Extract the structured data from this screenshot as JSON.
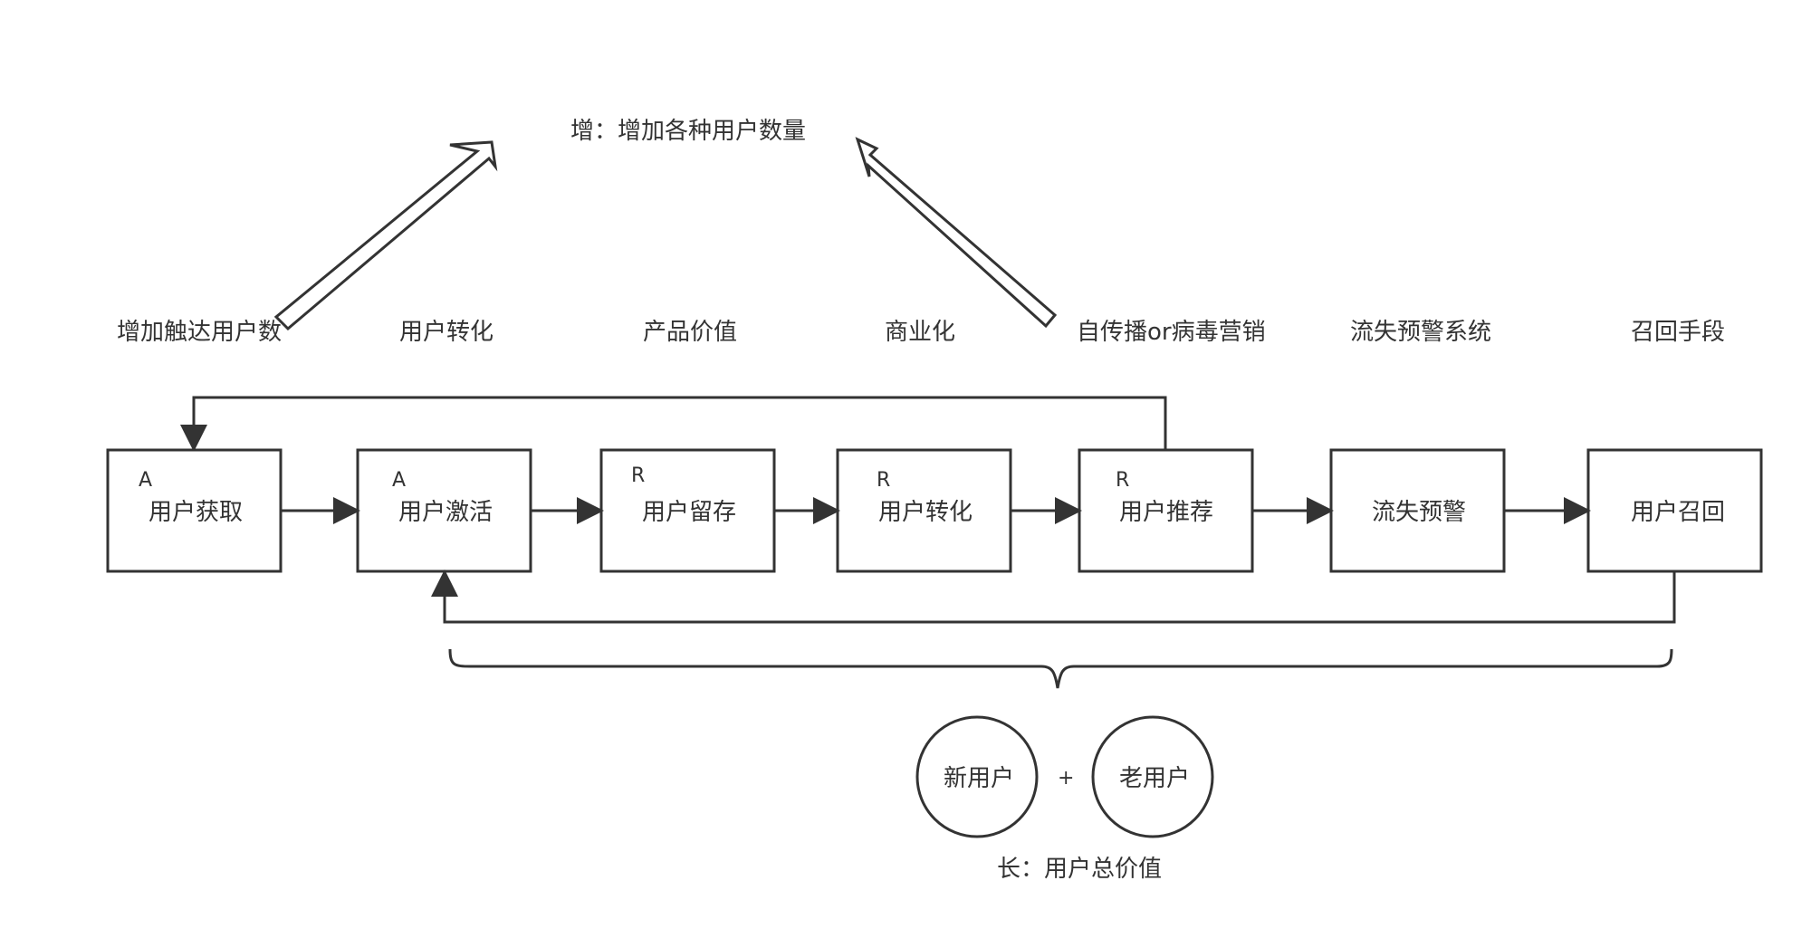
{
  "title": "增：增加各种用户数量",
  "footer": "长：用户总价值",
  "plus": "+",
  "stage_labels": [
    "增加触达用户数",
    "用户转化",
    "产品价值",
    "商业化",
    "自传播or病毒营销",
    "流失预警系统",
    "召回手段"
  ],
  "nodes": [
    {
      "tag": "A",
      "label": "用户获取"
    },
    {
      "tag": "A",
      "label": "用户激活"
    },
    {
      "tag": "R",
      "label": "用户留存"
    },
    {
      "tag": "R",
      "label": "用户转化"
    },
    {
      "tag": "R",
      "label": "用户推荐"
    },
    {
      "tag": "",
      "label": "流失预警"
    },
    {
      "tag": "",
      "label": "用户召回"
    }
  ],
  "circles": [
    {
      "label": "新用户"
    },
    {
      "label": "老用户"
    }
  ],
  "colors": {
    "stroke": "#333333",
    "text": "#333333",
    "background": "#ffffff"
  }
}
